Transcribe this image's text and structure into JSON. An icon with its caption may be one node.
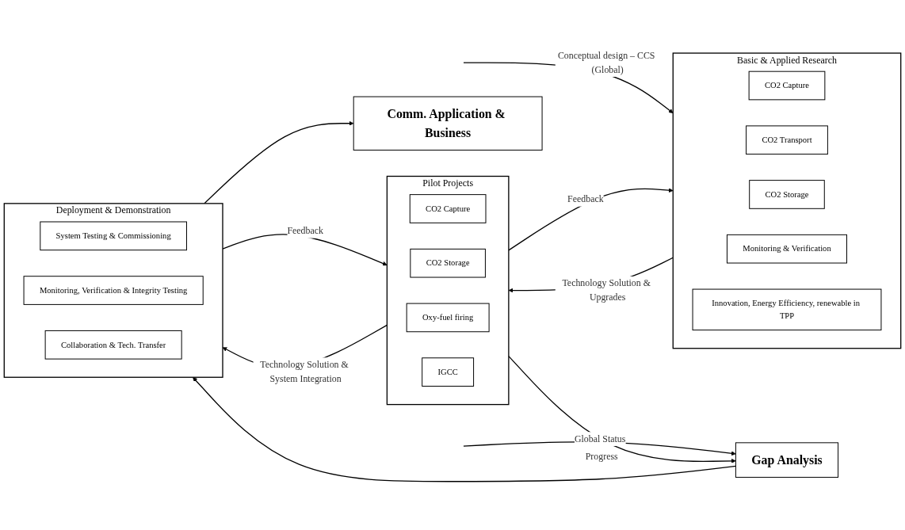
{
  "diagram": {
    "nodes": [
      {
        "text": [
          "Basic & Applied Research"
        ]
      },
      {
        "text": [
          "CO2 Capture"
        ],
        "in": 0
      },
      {
        "text": [
          "CO2 Transport"
        ],
        "in": 0
      },
      {
        "text": [
          "CO2 Storage"
        ],
        "in": 0
      },
      {
        "text": [
          "Monitoring & Verification"
        ],
        "in": 0
      },
      {
        "text": [
          "Innovation, Energy Efficiency, renewable in TPP"
        ],
        "in": 0
      },
      {
        "text": [
          "Pilot Projects"
        ]
      },
      {
        "text": [
          "CO2 Capture"
        ],
        "in": 6
      },
      {
        "text": [
          "CO2 Storage"
        ],
        "in": 6
      },
      {
        "text": [
          "Oxy-fuel firing"
        ],
        "in": 6
      },
      {
        "text": [
          "IGCC"
        ],
        "in": 6
      },
      {
        "text": [
          "Deployment & Demonstration"
        ]
      },
      {
        "text": [
          "System Testing & Commissioning"
        ],
        "in": 11
      },
      {
        "text": [
          "Monitoring, Verification & Integrity Testing"
        ],
        "in": 11
      },
      {
        "text": [
          "Collaboration & Tech. Transfer"
        ],
        "in": 11
      },
      {
        "text": [
          "Gap Analysis"
        ]
      },
      {
        "text": [
          "Comm. Application & Business"
        ]
      }
    ],
    "edges": [
      {
        "from": null,
        "to": 0,
        "arrow": "to",
        "label": "Conceptual design – CCS (Global)"
      },
      {
        "from": 0,
        "to": 6,
        "arrow": "to",
        "label": "Technology Solution & Upgrades"
      },
      {
        "from": 6,
        "to": 11,
        "arrow": "to",
        "label": "Technology Solution & System Integration"
      },
      {
        "from": 6,
        "to": 0,
        "arrow": "to",
        "label": "Feedback"
      },
      {
        "from": 11,
        "to": 6,
        "arrow": "to",
        "label": "Feedback"
      },
      {
        "from": 6,
        "to": 15,
        "arrow": "to",
        "label": "Progress"
      },
      {
        "from": null,
        "to": 15,
        "arrow": "to",
        "label": "Global Status"
      },
      {
        "from": 15,
        "to": 11,
        "arrow": "to"
      },
      {
        "from": 11,
        "to": 16,
        "arrow": "to"
      }
    ]
  }
}
